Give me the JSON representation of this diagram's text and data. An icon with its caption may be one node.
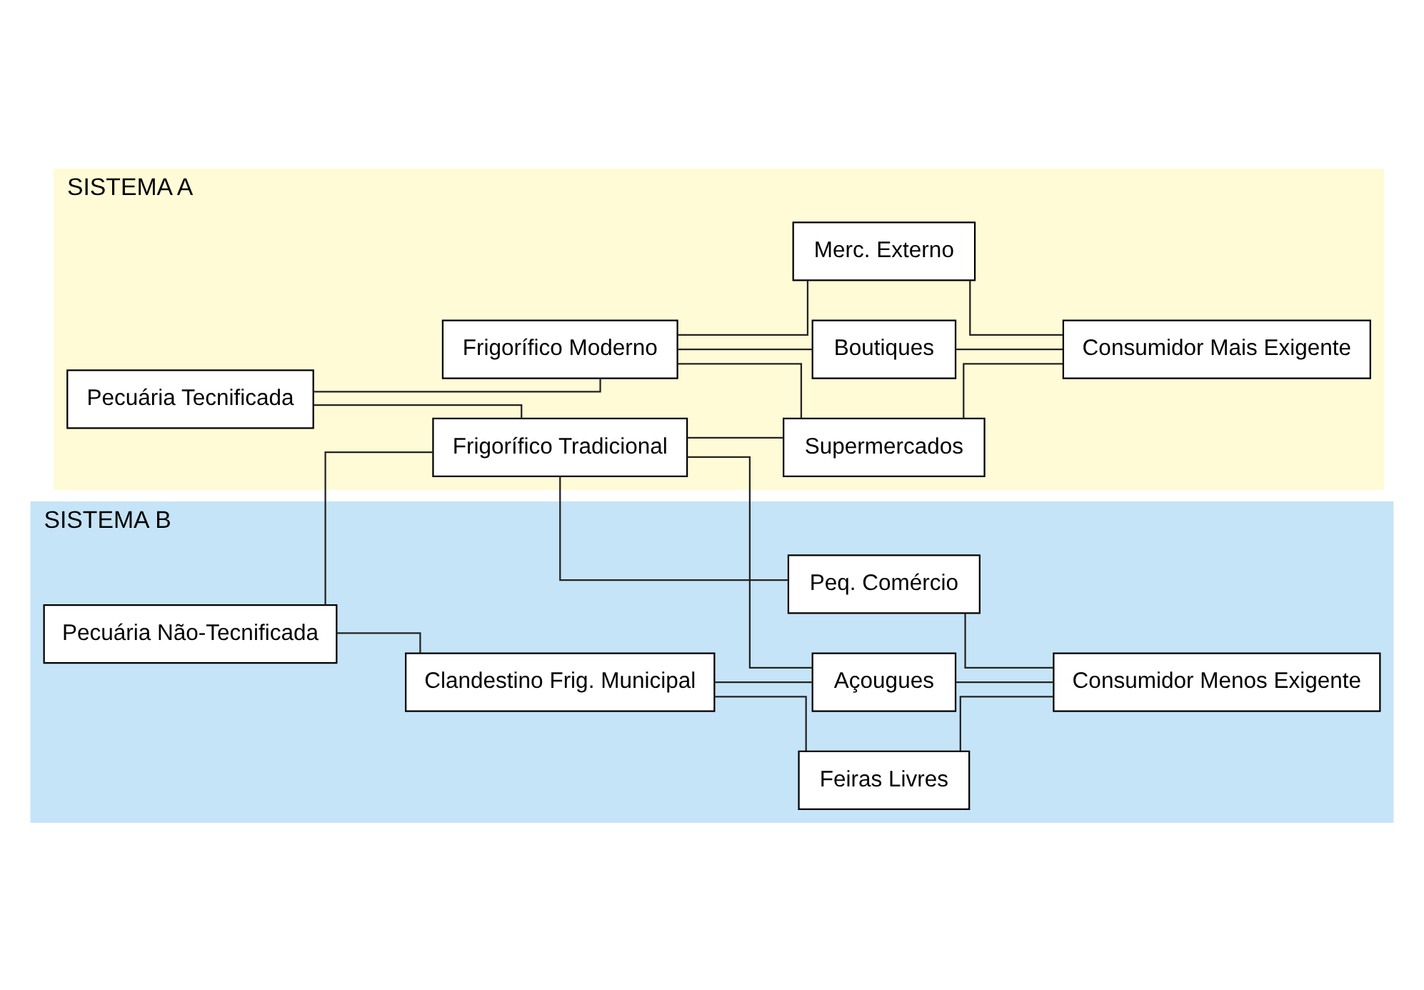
{
  "diagram": {
    "nodes": [
      {
        "text": [
          "SISTEMA A"
        ]
      },
      {
        "text": [
          "Pecuária Tecnificada"
        ],
        "in": 0
      },
      {
        "text": [
          "Frigorífico Moderno"
        ],
        "in": 0
      },
      {
        "text": [
          "Frigorífico Tradicional"
        ],
        "in": 0
      },
      {
        "text": [
          "Merc. Externo"
        ],
        "in": 0
      },
      {
        "text": [
          "Boutiques"
        ],
        "in": 0
      },
      {
        "text": [
          "Supermercados"
        ],
        "in": 0
      },
      {
        "text": [
          "Consumidor Mais Exigente"
        ],
        "in": 0
      },
      {
        "text": [
          "SISTEMA B"
        ]
      },
      {
        "text": [
          "Pecuária Não-Tecnificada"
        ],
        "in": 8
      },
      {
        "text": [
          "Clandestino Frig. Municipal"
        ],
        "in": 8
      },
      {
        "text": [
          "Peq. Comércio"
        ],
        "in": 8
      },
      {
        "text": [
          "Açougues"
        ],
        "in": 8
      },
      {
        "text": [
          "Feiras Livres"
        ],
        "in": 8
      },
      {
        "text": [
          "Consumidor Menos Exigente"
        ],
        "in": 8
      }
    ],
    "edges": [
      {
        "from": 1,
        "to": 2,
        "arrow": "none"
      },
      {
        "from": 1,
        "to": 3,
        "arrow": "none"
      },
      {
        "from": 9,
        "to": 3,
        "arrow": "none"
      },
      {
        "from": 9,
        "to": 10,
        "arrow": "none"
      },
      {
        "from": 2,
        "to": 4,
        "arrow": "none"
      },
      {
        "from": 2,
        "to": 5,
        "arrow": "none"
      },
      {
        "from": 2,
        "to": 6,
        "arrow": "none"
      },
      {
        "from": 3,
        "to": 6,
        "arrow": "none"
      },
      {
        "from": 3,
        "to": 11,
        "arrow": "none"
      },
      {
        "from": 3,
        "to": 12,
        "arrow": "none"
      },
      {
        "from": 10,
        "to": 12,
        "arrow": "none"
      },
      {
        "from": 10,
        "to": 13,
        "arrow": "none"
      },
      {
        "from": 4,
        "to": 7,
        "arrow": "none"
      },
      {
        "from": 5,
        "to": 7,
        "arrow": "none"
      },
      {
        "from": 6,
        "to": 7,
        "arrow": "none"
      },
      {
        "from": 11,
        "to": 14,
        "arrow": "none"
      },
      {
        "from": 12,
        "to": 14,
        "arrow": "none"
      },
      {
        "from": 13,
        "to": 14,
        "arrow": "none"
      }
    ]
  }
}
